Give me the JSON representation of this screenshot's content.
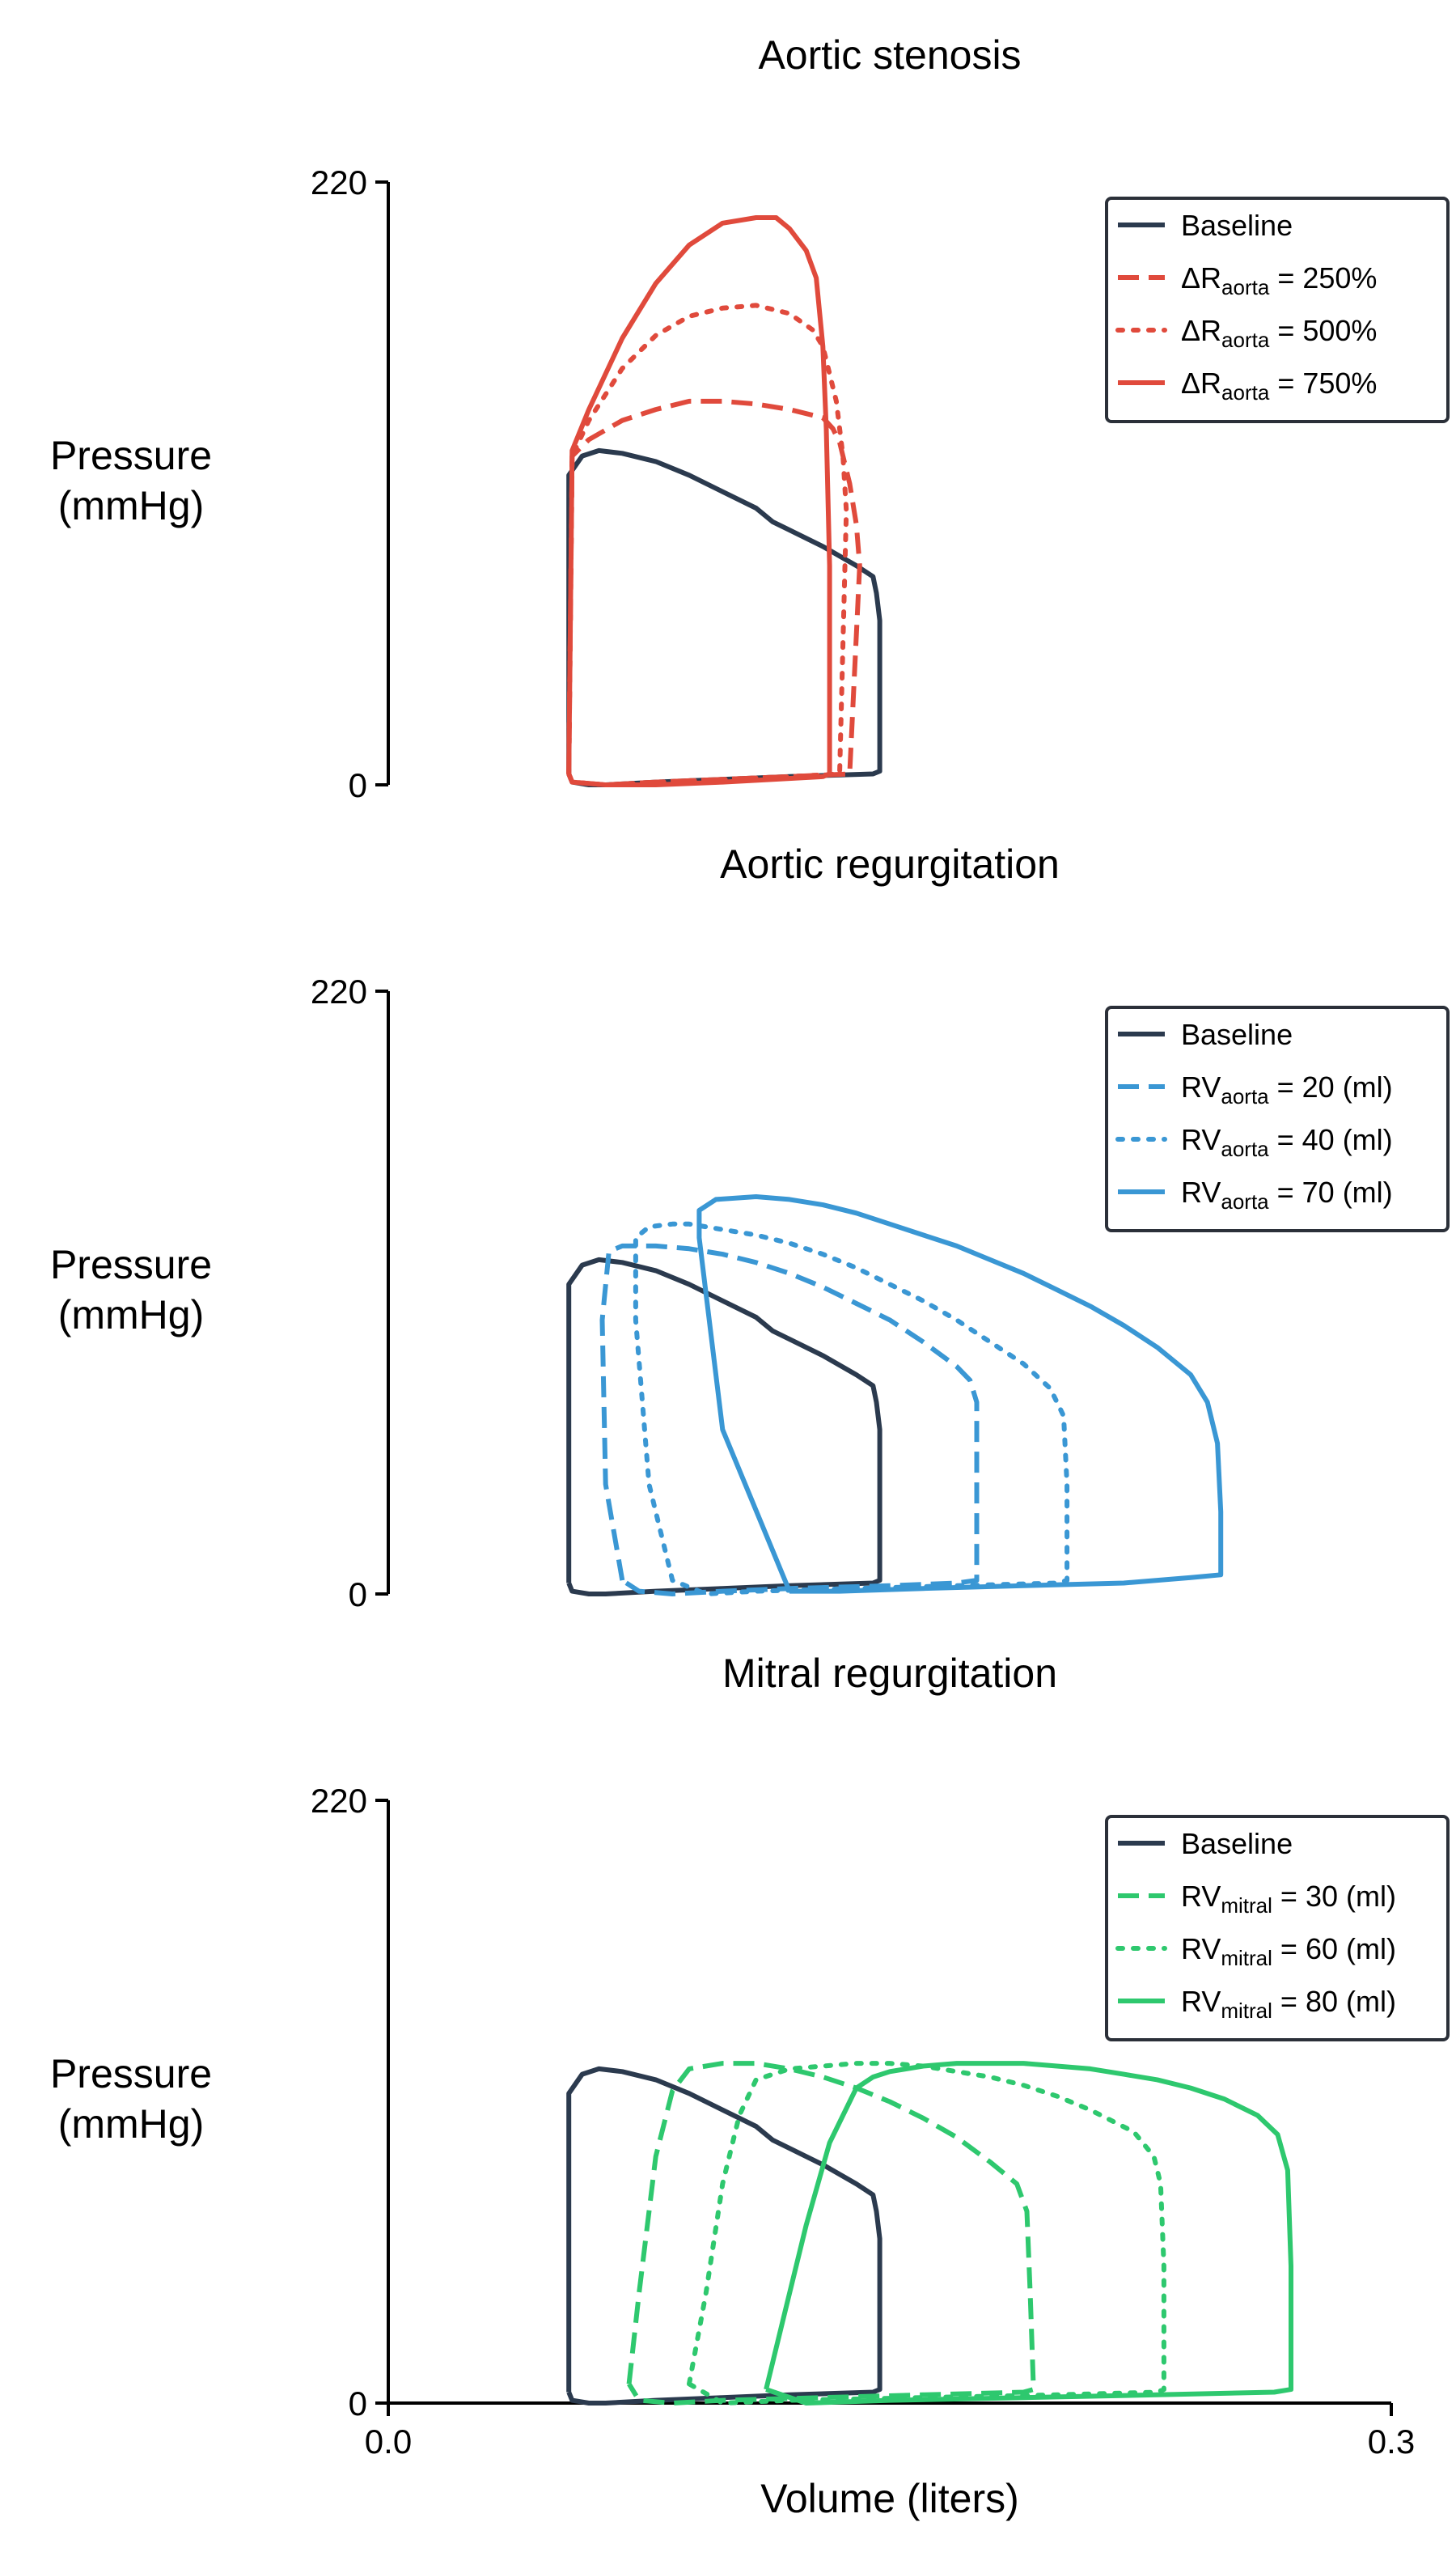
{
  "chart_data": [
    {
      "type": "line",
      "title": "Aortic stenosis",
      "xlabel": "",
      "ylabel": "Pressure\n(mmHg)",
      "ylim": [
        0,
        220
      ],
      "xlim": [
        0.0,
        0.3
      ],
      "yticks": [
        "0",
        "220"
      ],
      "xticks": [],
      "legend_position": "top-right",
      "series": [
        {
          "legend_main": "Baseline",
          "legend_sub": "",
          "legend_rest": "",
          "color": "#2b3a4e",
          "dash": "solid",
          "x": [
            0.054,
            0.054,
            0.058,
            0.063,
            0.07,
            0.08,
            0.09,
            0.1,
            0.11,
            0.115,
            0.12,
            0.13,
            0.14,
            0.145,
            0.146,
            0.147,
            0.147,
            0.147,
            0.145,
            0.12,
            0.1,
            0.08,
            0.065,
            0.06,
            0.055,
            0.054
          ],
          "y": [
            4,
            113,
            120,
            122,
            121,
            118,
            113,
            107,
            101,
            96,
            93,
            87,
            80,
            76,
            70,
            60,
            40,
            5,
            4,
            3,
            2,
            1,
            0,
            0,
            1,
            4
          ]
        },
        {
          "legend_main": "ΔR",
          "legend_sub": "aorta",
          "legend_rest": " = 250%",
          "color": "#e04a3c",
          "dash": "dashed",
          "x": [
            0.054,
            0.055,
            0.06,
            0.07,
            0.08,
            0.09,
            0.1,
            0.11,
            0.12,
            0.13,
            0.133,
            0.135,
            0.136,
            0.138,
            0.14,
            0.141,
            0.138,
            0.12,
            0.1,
            0.08,
            0.065,
            0.055,
            0.054
          ],
          "y": [
            4,
            120,
            126,
            133,
            137,
            140,
            140,
            139,
            137,
            134,
            130,
            125,
            120,
            110,
            95,
            80,
            4,
            3,
            2,
            1,
            0,
            1,
            4
          ]
        },
        {
          "legend_main": "ΔR",
          "legend_sub": "aorta",
          "legend_rest": " = 500%",
          "color": "#e04a3c",
          "dash": "dotted",
          "x": [
            0.054,
            0.055,
            0.06,
            0.07,
            0.08,
            0.09,
            0.1,
            0.11,
            0.12,
            0.127,
            0.13,
            0.132,
            0.134,
            0.136,
            0.137,
            0.135,
            0.12,
            0.1,
            0.08,
            0.065,
            0.055,
            0.054
          ],
          "y": [
            4,
            120,
            133,
            152,
            164,
            171,
            174,
            175,
            172,
            166,
            160,
            150,
            140,
            120,
            100,
            4,
            3,
            2,
            1,
            0,
            1,
            4
          ]
        },
        {
          "legend_main": "ΔR",
          "legend_sub": "aorta",
          "legend_rest": " = 750%",
          "color": "#e04a3c",
          "dash": "solid",
          "x": [
            0.054,
            0.055,
            0.06,
            0.07,
            0.08,
            0.09,
            0.1,
            0.11,
            0.116,
            0.12,
            0.125,
            0.128,
            0.13,
            0.131,
            0.132,
            0.132,
            0.13,
            0.115,
            0.1,
            0.08,
            0.065,
            0.055,
            0.054
          ],
          "y": [
            4,
            122,
            137,
            163,
            183,
            197,
            205,
            207,
            207,
            203,
            195,
            185,
            160,
            130,
            80,
            4,
            3,
            2,
            1,
            0,
            0,
            1,
            4
          ]
        }
      ]
    },
    {
      "type": "line",
      "title": "Aortic regurgitation",
      "xlabel": "",
      "ylabel": "Pressure\n(mmHg)",
      "ylim": [
        0,
        220
      ],
      "xlim": [
        0.0,
        0.3
      ],
      "yticks": [
        "0",
        "220"
      ],
      "xticks": [],
      "legend_position": "top-right",
      "series": [
        {
          "legend_main": "Baseline",
          "legend_sub": "",
          "legend_rest": "",
          "color": "#2b3a4e",
          "dash": "solid",
          "x": [
            0.054,
            0.054,
            0.058,
            0.063,
            0.07,
            0.08,
            0.09,
            0.1,
            0.11,
            0.115,
            0.12,
            0.13,
            0.14,
            0.145,
            0.146,
            0.147,
            0.147,
            0.147,
            0.145,
            0.12,
            0.1,
            0.08,
            0.065,
            0.06,
            0.055,
            0.054
          ],
          "y": [
            4,
            113,
            120,
            122,
            121,
            118,
            113,
            107,
            101,
            96,
            93,
            87,
            80,
            76,
            70,
            60,
            40,
            5,
            4,
            3,
            2,
            1,
            0,
            0,
            1,
            4
          ]
        },
        {
          "legend_main": "RV",
          "legend_sub": "aorta",
          "legend_rest": " = 20 (ml)",
          "color": "#3a97d4",
          "dash": "dashed",
          "x": [
            0.07,
            0.065,
            0.064,
            0.066,
            0.07,
            0.08,
            0.09,
            0.1,
            0.11,
            0.12,
            0.13,
            0.14,
            0.15,
            0.16,
            0.17,
            0.174,
            0.176,
            0.176,
            0.176,
            0.17,
            0.15,
            0.12,
            0.1,
            0.085,
            0.075,
            0.07
          ],
          "y": [
            5,
            40,
            100,
            125,
            127,
            127,
            126,
            124,
            121,
            117,
            112,
            106,
            100,
            92,
            83,
            78,
            70,
            40,
            5,
            4,
            3,
            2,
            1,
            0,
            1,
            5
          ]
        },
        {
          "legend_main": "RV",
          "legend_sub": "aorta",
          "legend_rest": " = 40 (ml)",
          "color": "#3a97d4",
          "dash": "dotted",
          "x": [
            0.085,
            0.078,
            0.074,
            0.074,
            0.078,
            0.085,
            0.09,
            0.1,
            0.11,
            0.12,
            0.13,
            0.14,
            0.15,
            0.16,
            0.17,
            0.18,
            0.19,
            0.198,
            0.202,
            0.203,
            0.203,
            0.2,
            0.17,
            0.14,
            0.11,
            0.095,
            0.085
          ],
          "y": [
            5,
            40,
            100,
            130,
            134,
            135,
            135,
            133,
            131,
            128,
            124,
            119,
            113,
            107,
            100,
            92,
            84,
            75,
            65,
            40,
            5,
            4,
            3,
            2,
            1,
            0,
            5
          ]
        },
        {
          "legend_main": "RV",
          "legend_sub": "aorta",
          "legend_rest": " = 70 (ml)",
          "color": "#3a97d4",
          "dash": "solid",
          "x": [
            0.12,
            0.1,
            0.093,
            0.093,
            0.098,
            0.11,
            0.12,
            0.13,
            0.14,
            0.15,
            0.16,
            0.17,
            0.18,
            0.19,
            0.2,
            0.21,
            0.22,
            0.23,
            0.24,
            0.245,
            0.248,
            0.249,
            0.249,
            0.24,
            0.22,
            0.19,
            0.16,
            0.135,
            0.12
          ],
          "y": [
            1,
            60,
            130,
            140,
            144,
            145,
            144,
            142,
            139,
            135,
            131,
            127,
            122,
            117,
            111,
            105,
            98,
            90,
            80,
            70,
            55,
            30,
            7,
            6,
            4,
            3,
            2,
            1,
            1
          ]
        }
      ]
    },
    {
      "type": "line",
      "title": "Mitral regurgitation",
      "xlabel": "Volume (liters)",
      "ylabel": "Pressure\n(mmHg)",
      "ylim": [
        0,
        220
      ],
      "xlim": [
        0.0,
        0.3
      ],
      "yticks": [
        "0",
        "220"
      ],
      "xticks": [
        "0.0",
        "0.3"
      ],
      "legend_position": "top-right",
      "series": [
        {
          "legend_main": "Baseline",
          "legend_sub": "",
          "legend_rest": "",
          "color": "#2b3a4e",
          "dash": "solid",
          "x": [
            0.054,
            0.054,
            0.058,
            0.063,
            0.07,
            0.08,
            0.09,
            0.1,
            0.11,
            0.115,
            0.12,
            0.13,
            0.14,
            0.145,
            0.146,
            0.147,
            0.147,
            0.147,
            0.145,
            0.12,
            0.1,
            0.08,
            0.065,
            0.06,
            0.055,
            0.054
          ],
          "y": [
            4,
            113,
            120,
            122,
            121,
            118,
            113,
            107,
            101,
            96,
            93,
            87,
            80,
            76,
            70,
            60,
            40,
            5,
            4,
            3,
            2,
            1,
            0,
            0,
            1,
            4
          ]
        },
        {
          "legend_main": "RV",
          "legend_sub": "mitral",
          "legend_rest": " = 30 (ml)",
          "color": "#2ec86e",
          "dash": "dashed",
          "x": [
            0.072,
            0.075,
            0.08,
            0.085,
            0.09,
            0.1,
            0.11,
            0.12,
            0.13,
            0.14,
            0.15,
            0.16,
            0.17,
            0.18,
            0.188,
            0.191,
            0.192,
            0.193,
            0.19,
            0.16,
            0.13,
            0.1,
            0.085,
            0.075,
            0.072
          ],
          "y": [
            7,
            40,
            90,
            114,
            122,
            124,
            124,
            122,
            119,
            115,
            110,
            104,
            97,
            88,
            80,
            70,
            40,
            5,
            4,
            3,
            2,
            1,
            0,
            1,
            7
          ]
        },
        {
          "legend_main": "RV",
          "legend_sub": "mitral",
          "legend_rest": " = 60 (ml)",
          "color": "#2ec86e",
          "dash": "dotted",
          "x": [
            0.09,
            0.095,
            0.1,
            0.105,
            0.11,
            0.12,
            0.13,
            0.14,
            0.15,
            0.16,
            0.17,
            0.18,
            0.19,
            0.2,
            0.21,
            0.223,
            0.229,
            0.231,
            0.232,
            0.232,
            0.23,
            0.2,
            0.16,
            0.12,
            0.1,
            0.09
          ],
          "y": [
            7,
            40,
            80,
            105,
            118,
            122,
            123,
            124,
            124,
            123,
            121,
            119,
            116,
            112,
            107,
            99,
            90,
            80,
            50,
            5,
            4,
            3,
            2,
            1,
            0,
            7
          ]
        },
        {
          "legend_main": "RV",
          "legend_sub": "mitral",
          "legend_rest": " = 80 (ml)",
          "color": "#2ec86e",
          "dash": "solid",
          "x": [
            0.113,
            0.118,
            0.125,
            0.132,
            0.138,
            0.14,
            0.145,
            0.15,
            0.16,
            0.17,
            0.18,
            0.19,
            0.2,
            0.21,
            0.22,
            0.23,
            0.24,
            0.25,
            0.26,
            0.266,
            0.269,
            0.27,
            0.27,
            0.265,
            0.23,
            0.19,
            0.15,
            0.125,
            0.113
          ],
          "y": [
            5,
            30,
            65,
            95,
            110,
            115,
            119,
            121,
            123,
            124,
            124,
            124,
            123,
            122,
            120,
            118,
            115,
            111,
            105,
            98,
            85,
            50,
            5,
            4,
            3,
            2,
            1,
            0,
            5
          ]
        }
      ]
    }
  ]
}
